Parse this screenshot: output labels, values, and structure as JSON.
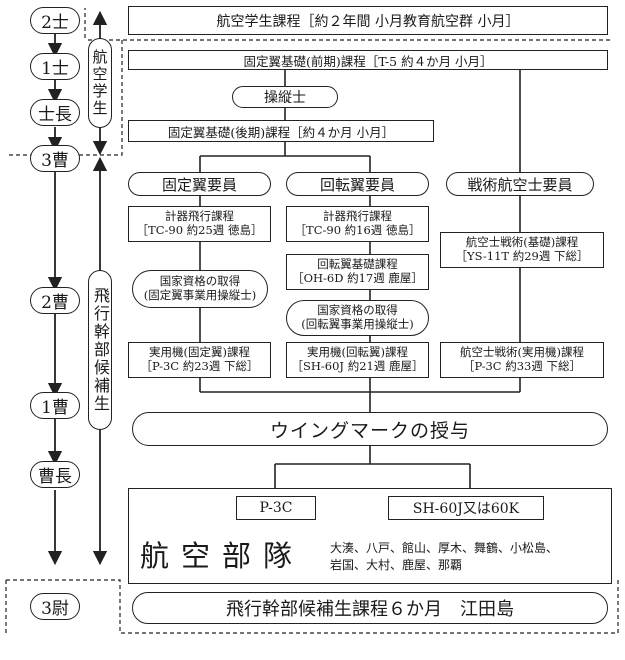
{
  "ranks": {
    "r1": "2士",
    "r2": "1士",
    "r3": "士長",
    "r4": "3曹",
    "r5": "2曹",
    "r6": "1曹",
    "r7": "曹長",
    "r8": "3尉"
  },
  "side_labels": {
    "student": "航空学生",
    "candidate": "飛行幹部候補生"
  },
  "boxes": {
    "student_course": "航空学生課程［約２年間 小月教育航空群 小月］",
    "fixed_basic_early": "固定翼基礎(前期)課程［T-5 約４か月 小月］",
    "pilot": "操縦士",
    "fixed_basic_late": "固定翼基礎(後期)課程［約４か月 小月］",
    "fixed_member": "固定翼要員",
    "rotary_member": "回転翼要員",
    "tactical_member": "戦術航空士要員",
    "fixed_instrument_l1": "計器飛行課程",
    "fixed_instrument_l2": "［TC-90 約25週 徳島］",
    "rotary_instrument_l1": "計器飛行課程",
    "rotary_instrument_l2": "［TC-90 約16週 徳島］",
    "rotary_basic_l1": "回転翼基礎課程",
    "rotary_basic_l2": "［OH-6D 約17週 鹿屋］",
    "fixed_license_l1": "国家資格の取得",
    "fixed_license_l2": "(固定翼事業用操縦士)",
    "rotary_license_l1": "国家資格の取得",
    "rotary_license_l2": "(回転翼事業用操縦士)",
    "tac_basic_l1": "航空士戦術(基礎)課程",
    "tac_basic_l2": "［YS-11T 約29週 下総］",
    "fixed_practical_l1": "実用機(固定翼)課程",
    "fixed_practical_l2": "［P-3C 約23週 下総］",
    "rotary_practical_l1": "実用機(回転翼)課程",
    "rotary_practical_l2": "［SH-60J 約21週 鹿屋］",
    "tac_practical_l1": "航空士戦術(実用機)課程",
    "tac_practical_l2": "［P-3C 約33週 下総］",
    "wing_mark": "ウイングマークの授与",
    "aircraft_p3c": "P-3C",
    "aircraft_sh60": "SH-60J又は60K",
    "unit_title": "航空部隊",
    "unit_bases_l1": "大湊、八戸、館山、厚木、舞鶴、小松島、",
    "unit_bases_l2": "岩国、大村、鹿屋、那覇",
    "officer_course": "飛行幹部候補生課程６か月　江田島"
  }
}
